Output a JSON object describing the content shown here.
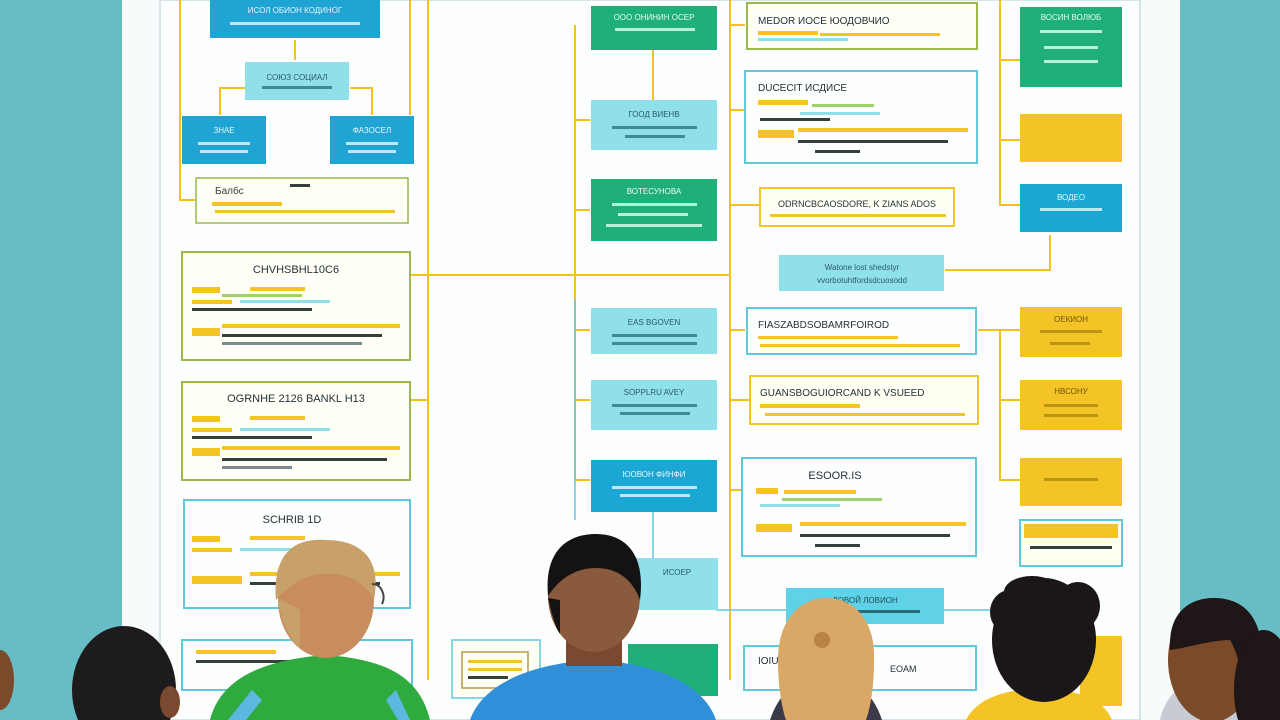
{
  "colors": {
    "background": "#67bcc6",
    "board": "#f8fbfb",
    "connector": "#f2c21b",
    "cyan": "#1aa7d4",
    "light_cyan": "#8fe0ea",
    "green": "#1fb07a",
    "yellow": "#f4c426",
    "olive_border": "#9ab94a"
  },
  "labels": {
    "top_left": "ИСОЛ ОБИОН КОДИНОГ",
    "left_mid": "СОЮЗ СОЦИАЛ",
    "left_a": "ЗНАЕ",
    "left_b": "ФАЗОСЕЛ",
    "left_note": "Балбс",
    "card_1": "CHVHSBHL10C6",
    "card_2": "OGRNHE 2126 BANKL H13",
    "card_3": "SCHRIB 1D",
    "mid_top": "ООО ОНИНИН ОСЕР",
    "mid_2": "ГООД ВИЕНВ",
    "mid_3": "ВОТЕСУНОВА",
    "mid_4": "EAS BGOVEN",
    "mid_5": "SOPPLRU AVEY",
    "mid_6": "ЮОВОН ФИНФИ",
    "mid_7": "ИСОЕР",
    "right_1": "MEDOR ИОСЕ ЮОДОВЧИО",
    "right_2": "DUCECIT ИСДИСЕ",
    "right_3": "ODRNCBCAOSDORE, K ZIANS ADOS",
    "right_4": "FIASZABDSOBAMRFOIROD",
    "right_5": "GUANSBOGUIORCAND K VSUEED",
    "right_6": "ESOOR.IS",
    "right_7": "IOIU",
    "right_7b": "EOAM",
    "center_note": "Watone lost shedstyr",
    "center_note_2": "vvorbotuhtfordsdcuosodd",
    "bottom_center": "ДОВОЙ ЛОВИОН",
    "far_1": "ВОСИН ВОЛЮБ",
    "far_3": "ВОДЕО",
    "far_4": "ОЕКИОН",
    "far_5": "НВСОНУ"
  }
}
